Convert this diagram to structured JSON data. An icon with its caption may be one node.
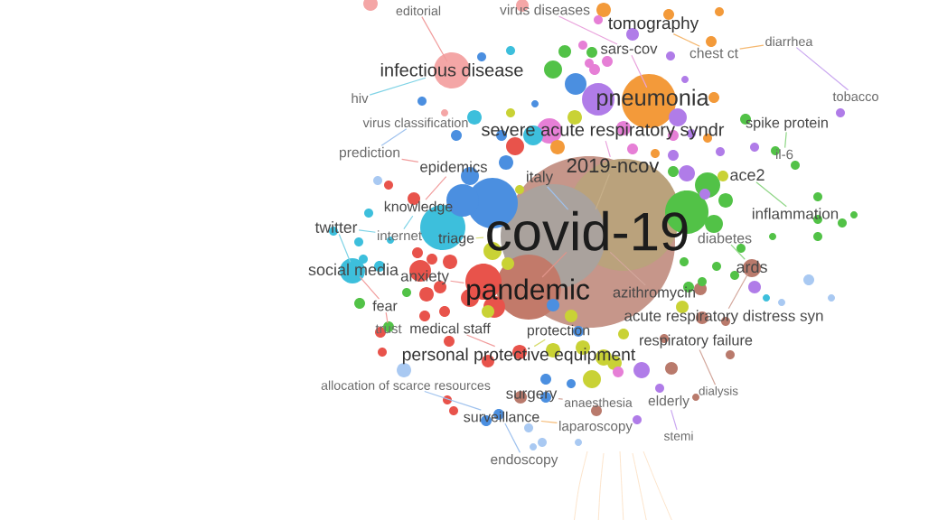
{
  "diagram": {
    "nodes": [
      {
        "text": [
          "editorial"
        ]
      },
      {
        "text": [
          "virus diseases"
        ]
      },
      {
        "text": [
          "tomography"
        ]
      },
      {
        "text": [
          "sars-cov"
        ]
      },
      {
        "text": [
          "chest ct"
        ]
      },
      {
        "text": [
          "diarrhea"
        ]
      },
      {
        "text": [
          "infectious disease"
        ]
      },
      {
        "text": [
          "hiv"
        ]
      },
      {
        "text": [
          "pneumonia"
        ]
      },
      {
        "text": [
          "tobacco"
        ]
      },
      {
        "text": [
          "virus classification"
        ]
      },
      {
        "text": [
          "severe acute respiratory syndr"
        ]
      },
      {
        "text": [
          "spike protein"
        ]
      },
      {
        "text": [
          "prediction"
        ]
      },
      {
        "text": [
          "il-6"
        ]
      },
      {
        "text": [
          "epidemics"
        ]
      },
      {
        "text": [
          "2019-ncov"
        ]
      },
      {
        "text": [
          "italy"
        ]
      },
      {
        "text": [
          "ace2"
        ]
      },
      {
        "text": [
          "knowledge"
        ]
      },
      {
        "text": [
          "covid-19"
        ]
      },
      {
        "text": [
          "inflammation"
        ]
      },
      {
        "text": [
          "twitter"
        ]
      },
      {
        "text": [
          "internet"
        ]
      },
      {
        "text": [
          "triage"
        ]
      },
      {
        "text": [
          "diabetes"
        ]
      },
      {
        "text": [
          "social media"
        ]
      },
      {
        "text": [
          "anxiety"
        ]
      },
      {
        "text": [
          "ards"
        ]
      },
      {
        "text": [
          "pandemic"
        ]
      },
      {
        "text": [
          "azithromycin"
        ]
      },
      {
        "text": [
          "fear"
        ]
      },
      {
        "text": [
          "acute respiratory distress syn"
        ]
      },
      {
        "text": [
          "trust"
        ]
      },
      {
        "text": [
          "medical staff"
        ]
      },
      {
        "text": [
          "protection"
        ]
      },
      {
        "text": [
          "respiratory failure"
        ]
      },
      {
        "text": [
          "personal protective equipment"
        ]
      },
      {
        "text": [
          "allocation of scarce resources"
        ]
      },
      {
        "text": [
          "surgery"
        ]
      },
      {
        "text": [
          "anaesthesia"
        ]
      },
      {
        "text": [
          "elderly"
        ]
      },
      {
        "text": [
          "dialysis"
        ]
      },
      {
        "text": [
          "surveillance"
        ]
      },
      {
        "text": [
          "laparoscopy"
        ]
      },
      {
        "text": [
          "stemi"
        ]
      },
      {
        "text": [
          "endoscopy"
        ]
      }
    ],
    "edges": [
      {
        "from": 7,
        "to": 6,
        "arrow": "none",
        "color": "#7fd3e6"
      },
      {
        "from": 0,
        "to": 6,
        "arrow": "none",
        "color": "#f19c9c"
      },
      {
        "from": 13,
        "to": 10,
        "arrow": "none",
        "color": "#9fc2ee"
      },
      {
        "from": 3,
        "to": 8,
        "arrow": "none",
        "color": "#e9a2dc"
      },
      {
        "from": 2,
        "to": 4,
        "arrow": "none",
        "color": "#f5b870"
      },
      {
        "from": 4,
        "to": 5,
        "arrow": "none",
        "color": "#f5b870"
      },
      {
        "from": 5,
        "to": 9,
        "arrow": "none",
        "color": "#c9a6f0"
      },
      {
        "from": 12,
        "to": 14,
        "arrow": "none",
        "color": "#8fd686"
      },
      {
        "from": 18,
        "to": 21,
        "arrow": "none",
        "color": "#8fd686"
      },
      {
        "from": 25,
        "to": 28,
        "arrow": "none",
        "color": "#8fd686"
      },
      {
        "from": 28,
        "to": 32,
        "arrow": "none",
        "color": "#d3a79c"
      },
      {
        "from": 36,
        "to": 42,
        "arrow": "none",
        "color": "#d3a79c"
      },
      {
        "from": 41,
        "to": 45,
        "arrow": "none",
        "color": "#c9a6f0"
      },
      {
        "from": 43,
        "to": 46,
        "arrow": "none",
        "color": "#9fc2ee"
      },
      {
        "from": 22,
        "to": 26,
        "arrow": "none",
        "color": "#7fd3e6"
      },
      {
        "from": 31,
        "to": 33,
        "arrow": "none",
        "color": "#f19c9c"
      },
      {
        "from": 34,
        "to": 37,
        "arrow": "none",
        "color": "#f19c9c"
      },
      {
        "from": 16,
        "to": 20,
        "arrow": "none",
        "color": "#c7b08a"
      },
      {
        "from": 29,
        "to": 20,
        "arrow": "none",
        "color": "#e0948a"
      },
      {
        "from": 17,
        "to": 20,
        "arrow": "none",
        "color": "#9fc2ee"
      },
      {
        "from": 24,
        "to": 20,
        "arrow": "none",
        "color": "#d7dc6e"
      },
      {
        "from": 30,
        "to": 20,
        "arrow": "none",
        "color": "#d3a79c"
      },
      {
        "from": 11,
        "to": 16,
        "arrow": "none",
        "color": "#e9a2dc"
      },
      {
        "from": 15,
        "to": 19,
        "arrow": "none",
        "color": "#f19c9c"
      },
      {
        "from": 27,
        "to": 29,
        "arrow": "none",
        "color": "#f19c9c"
      },
      {
        "from": 35,
        "to": 37,
        "arrow": "none",
        "color": "#d7dc6e"
      },
      {
        "from": 40,
        "to": 39,
        "arrow": "none",
        "color": "#d3a79c"
      },
      {
        "from": 44,
        "to": 43,
        "arrow": "none",
        "color": "#f5b870"
      },
      {
        "from": 38,
        "to": 43,
        "arrow": "none",
        "color": "#9fc2ee"
      },
      {
        "from": 22,
        "to": 23,
        "arrow": "none",
        "color": "#7fd3e6"
      },
      {
        "from": 19,
        "to": 23,
        "arrow": "none",
        "color": "#7fd3e6"
      },
      {
        "from": 13,
        "to": 15,
        "arrow": "none",
        "color": "#f19c9c"
      },
      {
        "from": 26,
        "to": 31,
        "arrow": "none",
        "color": "#f19c9c"
      },
      {
        "from": 3,
        "to": 1,
        "arrow": "none",
        "color": "#e9a2dc"
      }
    ]
  }
}
